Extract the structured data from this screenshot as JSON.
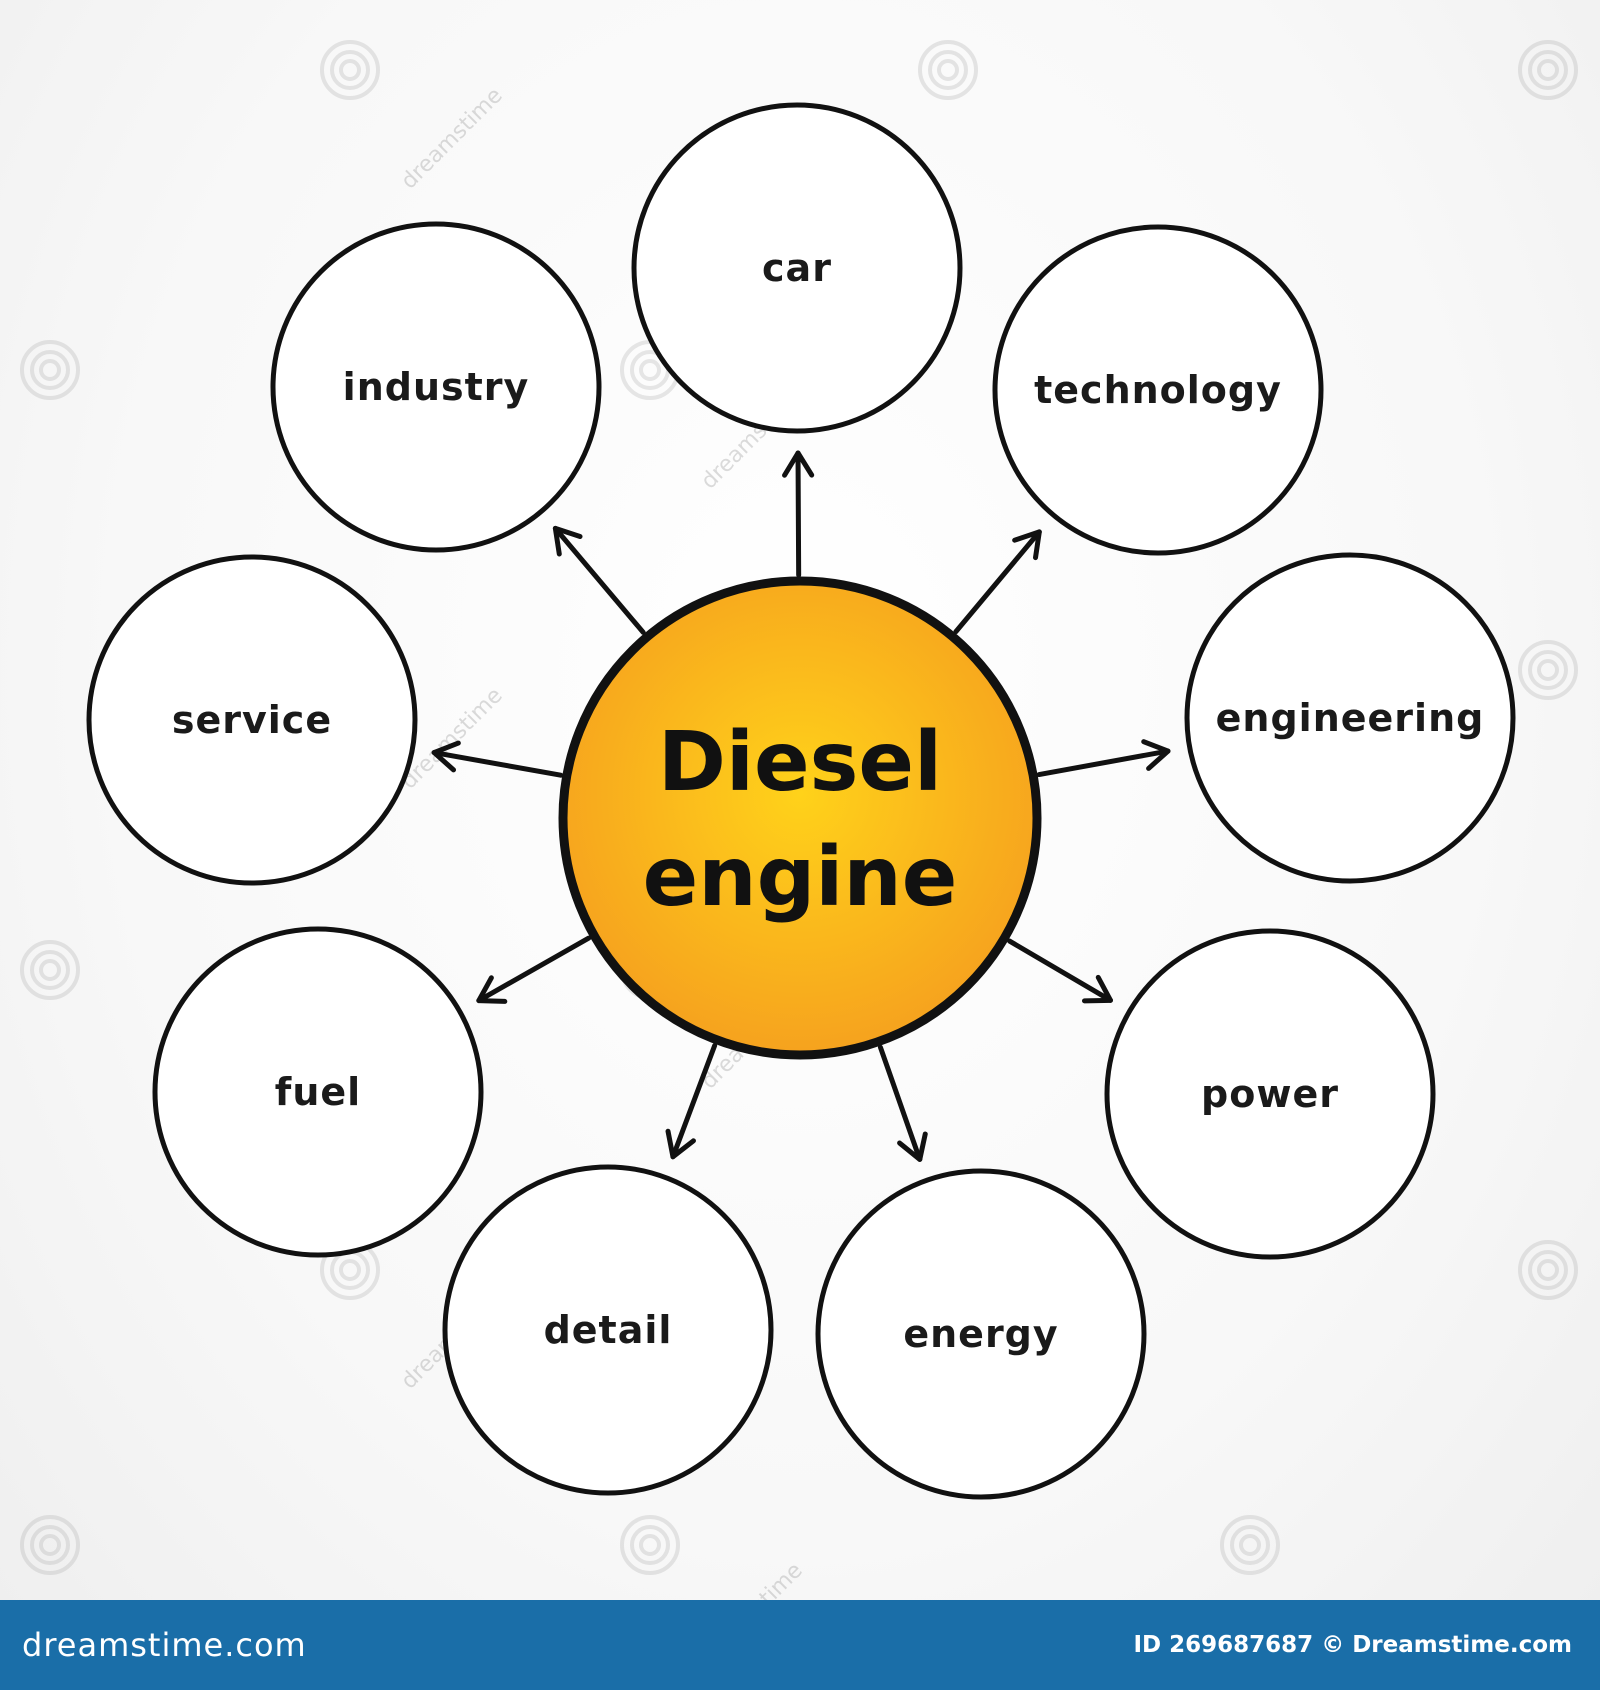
{
  "diagram": {
    "center": {
      "lines": [
        "Diesel",
        "engine"
      ],
      "fill_light": "#ffd21a",
      "fill_dark": "#f6a21e",
      "stroke": "#111111"
    },
    "nodes": [
      {
        "id": "car",
        "label": "car"
      },
      {
        "id": "technology",
        "label": "technology"
      },
      {
        "id": "engineering",
        "label": "engineering"
      },
      {
        "id": "power",
        "label": "power"
      },
      {
        "id": "energy",
        "label": "energy"
      },
      {
        "id": "detail",
        "label": "detail"
      },
      {
        "id": "fuel",
        "label": "fuel"
      },
      {
        "id": "service",
        "label": "service"
      },
      {
        "id": "industry",
        "label": "industry"
      }
    ],
    "line_color": "#111111",
    "node_fill": "#ffffff"
  },
  "watermark": {
    "text": "dreamstime"
  },
  "footer": {
    "brand": "dreamstime.com",
    "id_text": "ID 269687687 © Dreamstime.com",
    "color": "#1a6ea8"
  }
}
